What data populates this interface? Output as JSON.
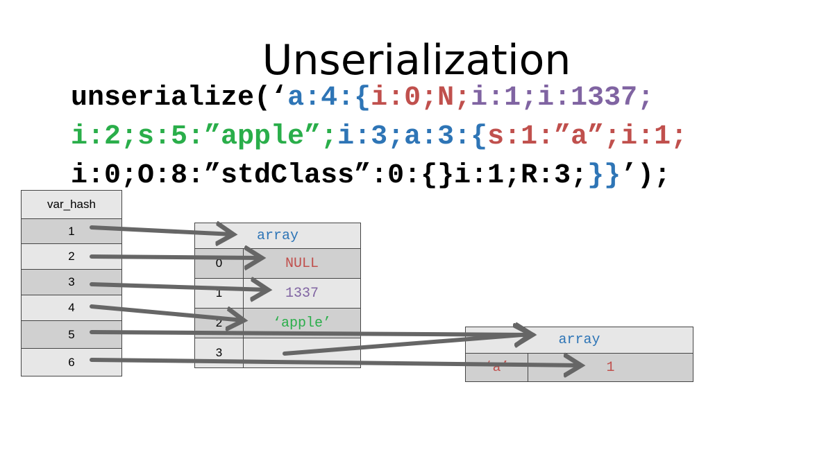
{
  "title": "Unserialization",
  "code_lines": [
    [
      {
        "text": "unserialize(‘",
        "c": "k"
      },
      {
        "text": "a:4:{",
        "c": "b"
      },
      {
        "text": "i:0;N;",
        "c": "r"
      },
      {
        "text": "i:1;i:1337;",
        "c": "p"
      }
    ],
    [
      {
        "text": "i:2;s:5:”apple”;",
        "c": "g"
      },
      {
        "text": "i:3;a:3:{",
        "c": "b"
      },
      {
        "text": "s:1:”a”;",
        "c": "r"
      },
      {
        "text": "i:1;",
        "c": "r"
      }
    ],
    [
      {
        "text": "i:0;O:8:”stdClass”:0:{}i:1;R:3;",
        "c": "k"
      },
      {
        "text": "}}",
        "c": "b"
      },
      {
        "text": "’);",
        "c": "k"
      }
    ]
  ],
  "var_hash": {
    "header": "var_hash",
    "rows": [
      "1",
      "2",
      "3",
      "4",
      "5",
      "6"
    ]
  },
  "outer_array": {
    "label": "array",
    "entries": [
      {
        "key": "0",
        "value": "NULL"
      },
      {
        "key": "1",
        "value": "1337"
      },
      {
        "key": "2",
        "value": "‘apple’"
      },
      {
        "key": "3",
        "value": ""
      }
    ]
  },
  "inner_array": {
    "label": "array",
    "entries": [
      {
        "key": "‘a’",
        "value": "1"
      }
    ]
  },
  "colors": {
    "blue": "#2e75b6",
    "red": "#c0504d",
    "purple": "#8064a2",
    "green": "#2aae4a",
    "arrow": "#666666"
  }
}
